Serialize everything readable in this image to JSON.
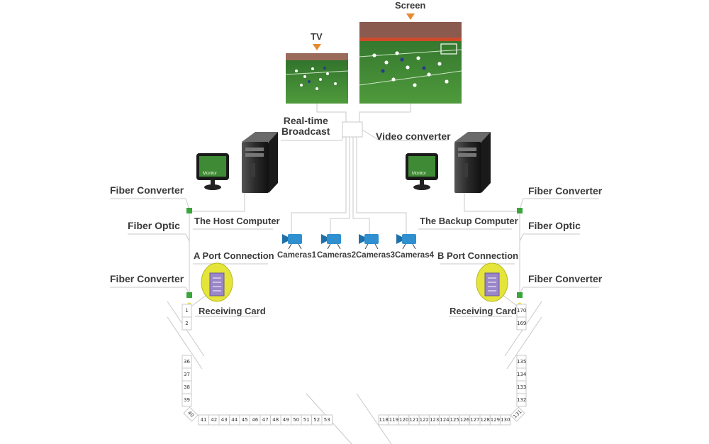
{
  "labels": {
    "screen": "Screen",
    "tv": "TV",
    "realtime": "Real-time\nBroadcast",
    "video_converter": "Video converter",
    "fiber_converter_tl": "Fiber Converter",
    "fiber_optic_l": "Fiber Optic",
    "fiber_converter_bl": "Fiber Converter",
    "host_computer": "The Host Computer",
    "a_port": "A Port Connection",
    "receiving_card_l": "Receiving Card",
    "fiber_converter_tr": "Fiber Converter",
    "fiber_optic_r": "Fiber Optic",
    "fiber_converter_br": "Fiber Converter",
    "backup_computer": "The Backup Computer",
    "b_port": "B Port Connection",
    "receiving_card_r": "Receiving Card",
    "monitor_text_l": "Monitor",
    "monitor_text_r": "Monitor"
  },
  "cameras": [
    "Cameras1",
    "Cameras2",
    "Cameras3",
    "Cameras4"
  ],
  "left_column": [
    "1",
    "2",
    "36",
    "37",
    "38",
    "39"
  ],
  "left_corner": "40",
  "bottom_left": [
    "41",
    "42",
    "43",
    "44",
    "45",
    "46",
    "47",
    "48",
    "49",
    "50",
    "51",
    "52",
    "53"
  ],
  "bottom_right": [
    "118",
    "119",
    "120",
    "121",
    "122",
    "123",
    "124",
    "125",
    "126",
    "127",
    "128",
    "129",
    "130"
  ],
  "right_corner": "131",
  "right_column": [
    "170",
    "169",
    "135",
    "134",
    "133",
    "132"
  ],
  "colors": {
    "text": "#3a3a3a",
    "line": "#c8c8c8",
    "arrow": "#e8892e",
    "camera": "#2f8fcf",
    "converter": "#3aa53a",
    "card": "#e4e43a",
    "field": "#3f8a34"
  }
}
